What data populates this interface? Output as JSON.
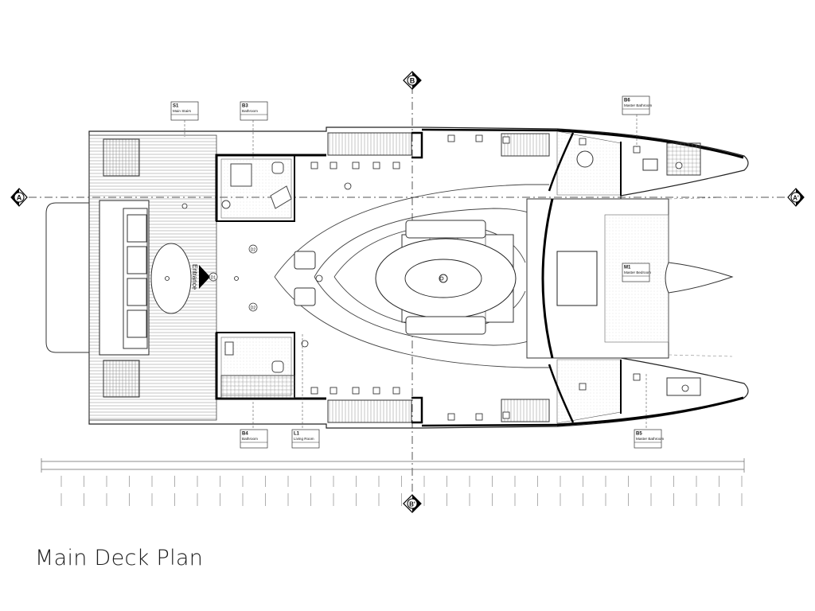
{
  "caption": "Main Deck Plan",
  "section_markers": {
    "a_left": "A",
    "a_right": "A'",
    "b_top": "B",
    "b_bottom": "B'"
  },
  "entrance_label": "Entrance",
  "rooms": [
    {
      "id": "S1",
      "name": "Main Stairs"
    },
    {
      "id": "B3",
      "name": "Bathroom"
    },
    {
      "id": "B6",
      "name": "Master Bathroom"
    },
    {
      "id": "M1",
      "name": "Master Bedroom"
    },
    {
      "id": "B4",
      "name": "Bathroom"
    },
    {
      "id": "L1",
      "name": "Living Room"
    },
    {
      "id": "B5",
      "name": "Master Bathroom"
    }
  ],
  "doors": [
    "D1",
    "D2",
    "D2"
  ]
}
